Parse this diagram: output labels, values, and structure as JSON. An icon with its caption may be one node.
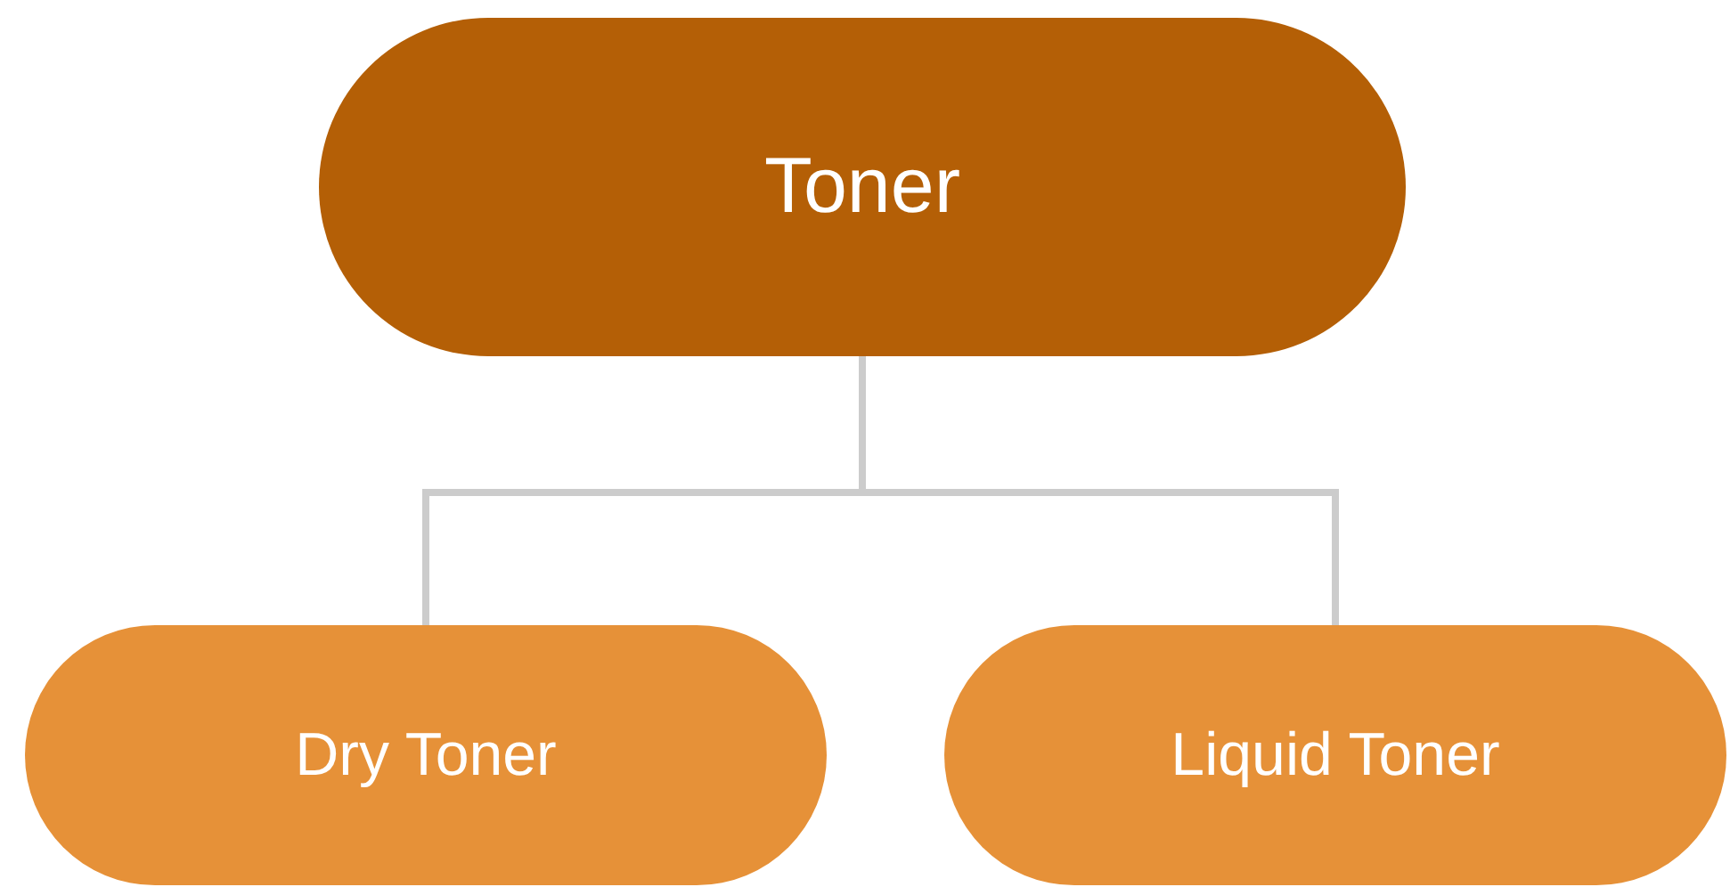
{
  "diagram": {
    "nodes": [
      {
        "text": [
          "Toner"
        ]
      },
      {
        "text": [
          "Dry Toner"
        ]
      },
      {
        "text": [
          "Liquid Toner"
        ]
      }
    ],
    "edges": [
      {
        "from": 0,
        "to": 1,
        "arrow": "none"
      },
      {
        "from": 0,
        "to": 2,
        "arrow": "none"
      }
    ]
  }
}
